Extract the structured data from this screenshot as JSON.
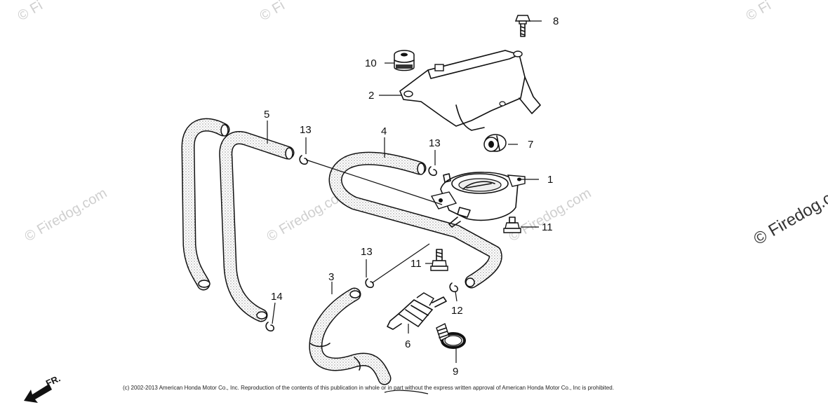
{
  "watermark": "© Firedog.com",
  "watermark_short": "© Fi",
  "copyright": "(c) 2002-2013 American Honda Motor Co., Inc. Reproduction of the contents of this publication in whole or in part without the express written approval of American Honda Motor Co., Inc is prohibited.",
  "direction_label": "FR.",
  "callouts": {
    "c1": "1",
    "c2": "2",
    "c3": "3",
    "c4": "4",
    "c5": "5",
    "c6": "6",
    "c7": "7",
    "c8": "8",
    "c9": "9",
    "c10": "10",
    "c11a": "11",
    "c11b": "11",
    "c12": "12",
    "c13a": "13",
    "c13b": "13",
    "c13c": "13",
    "c14": "14"
  },
  "colors": {
    "ink": "#111111",
    "watermark": "#cfcfcf"
  }
}
